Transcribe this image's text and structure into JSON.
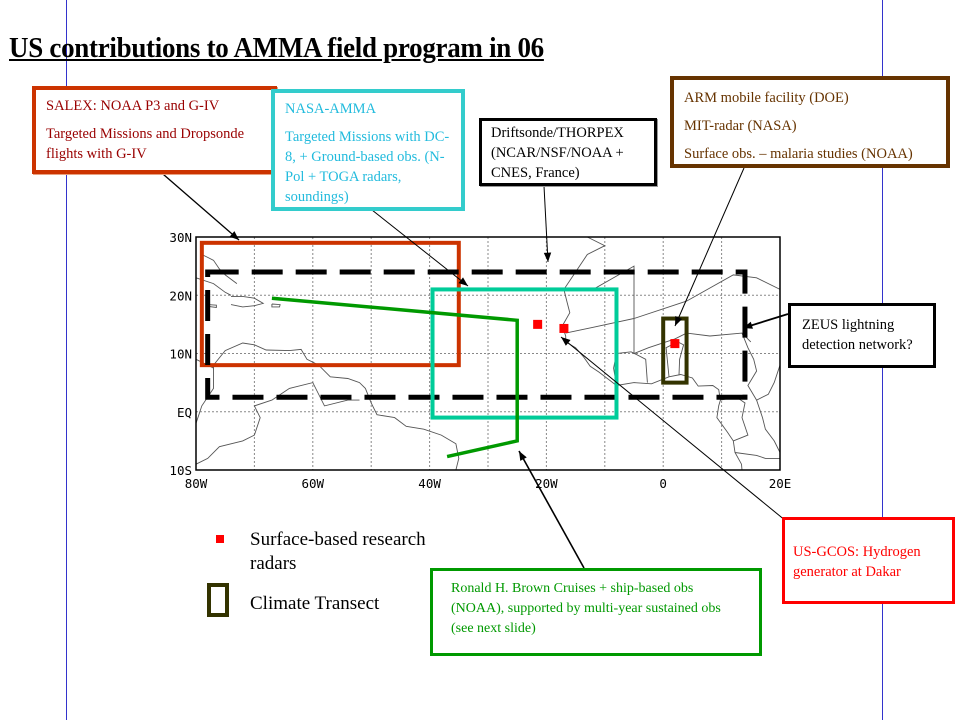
{
  "slide": {
    "title": "US contributions to AMMA field program in 06"
  },
  "callouts": {
    "salex": {
      "heading": "SALEX: NOAA P3 and G-IV",
      "body": "Targeted Missions and Dropsonde flights with G-IV",
      "color": "#cc3300"
    },
    "nasa_amma": {
      "heading": "NASA-AMMA",
      "body": "Targeted Missions with DC-8, + Ground-based obs. (N-Pol + TOGA radars, soundings)",
      "color": "#33cccc"
    },
    "driftsonde": {
      "text": "Driftsonde/THORPEX (NCAR/NSF/NOAA + CNES, France)",
      "color": "#000000"
    },
    "arm": {
      "lines": [
        "ARM mobile facility (DOE)",
        "MIT-radar (NASA)",
        "Surface obs. – malaria studies (NOAA)"
      ],
      "color": "#663300"
    },
    "zeus": {
      "text": "ZEUS lightning detection network?",
      "color": "#000000"
    },
    "us_gcos": {
      "text": "US-GCOS: Hydrogen generator at Dakar",
      "color": "#ff0000"
    },
    "ronald_brown": {
      "text": "Ronald H. Brown Cruises + ship-based obs (NOAA), supported by multi-year sustained obs (see next slide)",
      "color": "#009900"
    }
  },
  "legend": {
    "radar_label": "Surface-based research radars",
    "transect_label": "Climate Transect",
    "radar_color": "#ff0000",
    "transect_color": "#333300"
  },
  "map": {
    "lon_range": [
      -80,
      20
    ],
    "lat_range": [
      -10,
      30
    ],
    "grid_step_deg": 10,
    "x_ticks": [
      {
        "lon": -80,
        "label": "80W"
      },
      {
        "lon": -60,
        "label": "60W"
      },
      {
        "lon": -40,
        "label": "40W"
      },
      {
        "lon": -20,
        "label": "20W"
      },
      {
        "lon": 0,
        "label": "0"
      },
      {
        "lon": 20,
        "label": "20E"
      }
    ],
    "y_ticks": [
      {
        "lat": 30,
        "label": "30N"
      },
      {
        "lat": 20,
        "label": "20N"
      },
      {
        "lat": 10,
        "label": "10N"
      },
      {
        "lat": 0,
        "label": "EQ"
      },
      {
        "lat": -10,
        "label": "10S"
      }
    ],
    "regions": {
      "salex_box": {
        "lon": [
          -79,
          -35
        ],
        "lat": [
          8,
          29
        ],
        "color": "#cc3300"
      },
      "nasa_box": {
        "lon": [
          -39.5,
          -8
        ],
        "lat": [
          -1,
          21
        ],
        "color": "#00cc99"
      },
      "driftsonde_dashed": {
        "lon": [
          -78,
          14
        ],
        "lat": [
          2.5,
          24
        ],
        "color": "#000000"
      },
      "climate_transect": {
        "lon": [
          0,
          4
        ],
        "lat": [
          5,
          16
        ],
        "color": "#333300"
      }
    },
    "ship_track": {
      "color": "#009900",
      "points": [
        [
          -67,
          19.5
        ],
        [
          -25,
          15.7
        ],
        [
          -25,
          -5
        ],
        [
          -37,
          -7.7
        ]
      ]
    },
    "radars": [
      {
        "lon": -21.5,
        "lat": 15
      },
      {
        "lon": -17,
        "lat": 14.3
      },
      {
        "lon": 2,
        "lat": 11.7
      }
    ]
  }
}
